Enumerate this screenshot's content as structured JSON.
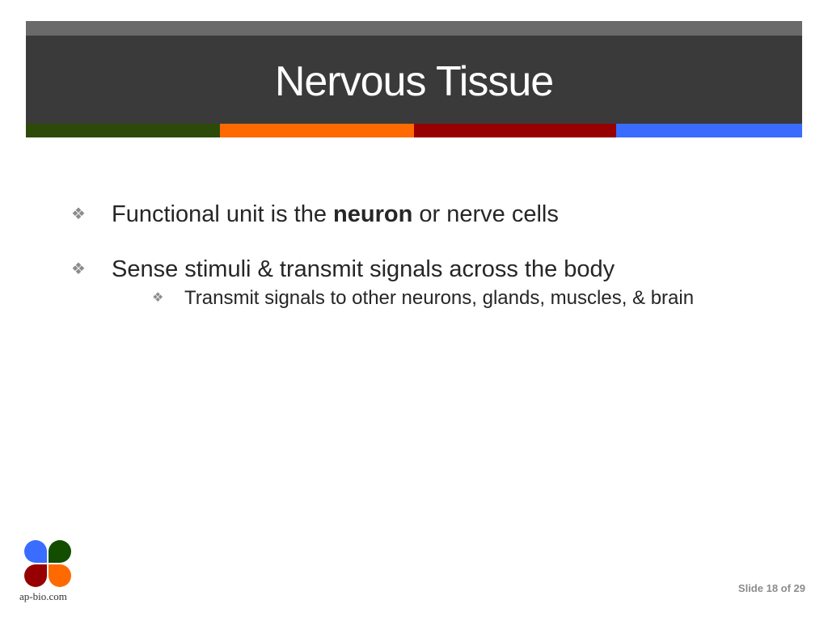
{
  "slide": {
    "title": "Nervous Tissue",
    "colors": {
      "header_strip": "#6a6a6a",
      "header_bg": "#3a3a3a",
      "bar_green": "#2d4a08",
      "bar_orange": "#ff6a00",
      "bar_red": "#960000",
      "bar_blue": "#3a6cff"
    },
    "bullets": [
      {
        "icon": "diamond-bullet-icon",
        "text_before": "Functional unit is the ",
        "bold": "neuron",
        "text_after": " or nerve cells"
      },
      {
        "icon": "diamond-bullet-icon",
        "text": "Sense stimuli & transmit signals across the body"
      }
    ],
    "sub_bullets": [
      {
        "icon": "diamond-bullet-icon",
        "text": "Transmit signals to other neurons, glands, muscles, & brain"
      }
    ],
    "logo": {
      "text": "ap-bio.com",
      "colors": [
        "#3a6cff",
        "#134d00",
        "#960000",
        "#ff6a00"
      ]
    },
    "footer": {
      "slide_number": "Slide 18 of 29"
    }
  }
}
